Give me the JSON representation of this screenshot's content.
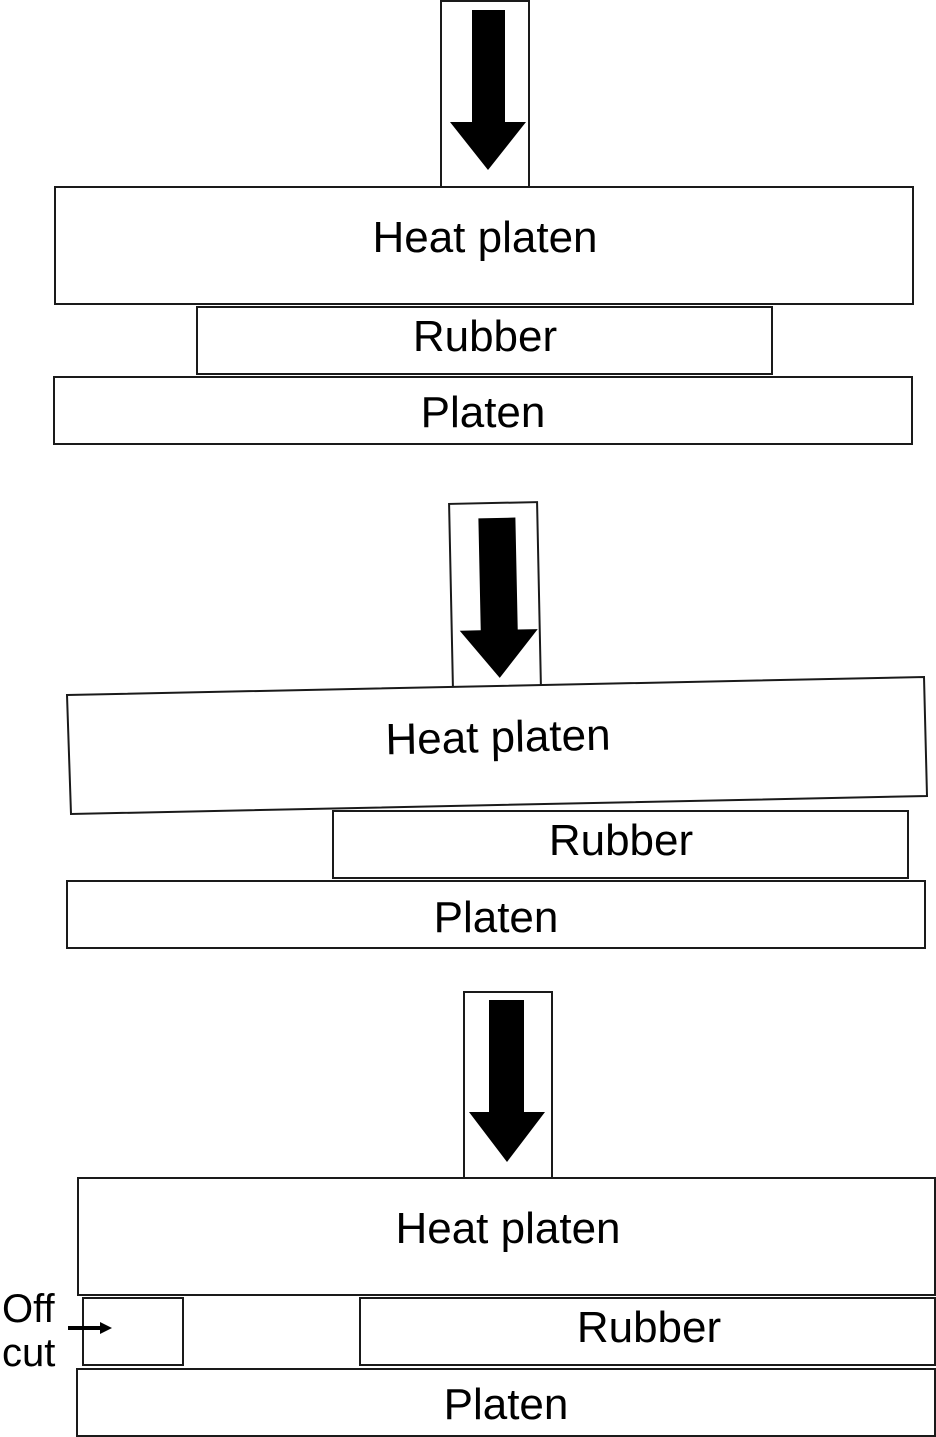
{
  "panels": [
    {
      "heat_platen": "Heat platen",
      "rubber": "Rubber",
      "platen": "Platen"
    },
    {
      "heat_platen": "Heat platen",
      "rubber": "Rubber",
      "platen": "Platen"
    },
    {
      "heat_platen": "Heat platen",
      "rubber": "Rubber",
      "platen": "Platen"
    }
  ],
  "offcut": {
    "line1": "Off",
    "line2": "cut"
  }
}
